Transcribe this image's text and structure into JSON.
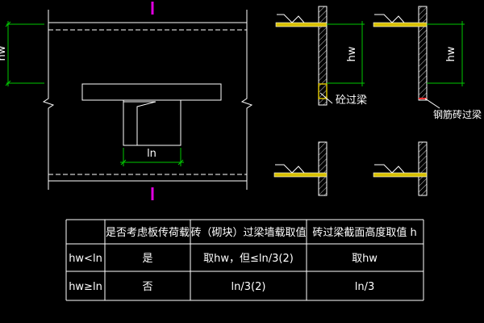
{
  "colors": {
    "background": "#000000",
    "line": "#ffffff",
    "dimension": "#00c800",
    "axis_marker": "#e000e0",
    "hatch": "#c8c8c8",
    "beam_fill": "#d8c000",
    "rebar": "#ff3030"
  },
  "left_diagram": {
    "hw_label": "hw",
    "ln_label": "ln"
  },
  "right_diagrams": {
    "concrete_lintel_hw": "hw",
    "concrete_lintel_caption": "砼过梁",
    "brick_lintel_hw": "hw",
    "brick_lintel_caption": "钢筋砖过梁"
  },
  "table": {
    "headers": [
      "",
      "是否考虑板传荷载",
      "砖（砌块）过梁墙载取值",
      "砖过梁截面高度取值 h"
    ],
    "rows": [
      [
        "hw<ln",
        "是",
        "取hw，但≤ln/3(2)",
        "取hw"
      ],
      [
        "hw≥ln",
        "否",
        "ln/3(2)",
        "ln/3"
      ]
    ]
  }
}
